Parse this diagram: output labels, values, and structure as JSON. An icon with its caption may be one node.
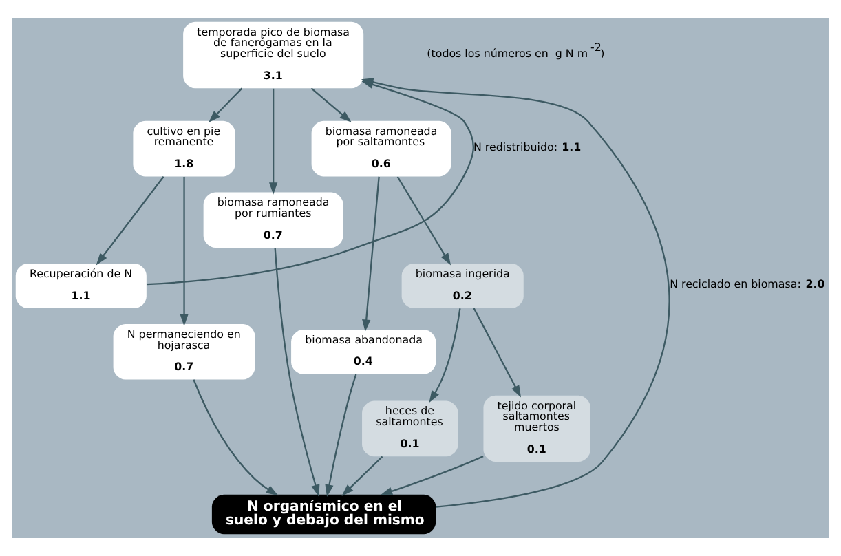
{
  "diagram": {
    "nodes": [
      {
        "text": [
          "temporada pico de biomasa de fanerógamas en la superficie del suelo",
          "3.1"
        ]
      },
      {
        "text": [
          "cultivo en pie remanente",
          "1.8"
        ]
      },
      {
        "text": [
          "biomasa ramoneada por rumiantes",
          "0.7"
        ]
      },
      {
        "text": [
          "biomasa ramoneada por saltamontes",
          "0.6"
        ]
      },
      {
        "text": [
          "Recuperación de N",
          "1.1"
        ]
      },
      {
        "text": [
          "N permaneciendo en hojarasca",
          "0.7"
        ]
      },
      {
        "text": [
          "biomasa abandonada",
          "0.4"
        ]
      },
      {
        "text": [
          "biomasa ingerida",
          "0.2"
        ]
      },
      {
        "text": [
          "heces de saltamontes",
          "0.1"
        ]
      },
      {
        "text": [
          "tejido corporal saltamontes muertos",
          "0.1"
        ]
      },
      {
        "text": [
          "N organísmico en el suelo y debajo del mismo"
        ]
      }
    ],
    "edges": [
      {
        "from": 0,
        "to": 1,
        "arrow": "to"
      },
      {
        "from": 0,
        "to": 2,
        "arrow": "to"
      },
      {
        "from": 0,
        "to": 3,
        "arrow": "to"
      },
      {
        "from": 1,
        "to": 4,
        "arrow": "to"
      },
      {
        "from": 1,
        "to": 5,
        "arrow": "to"
      },
      {
        "from": 3,
        "to": 6,
        "arrow": "to"
      },
      {
        "from": 3,
        "to": 7,
        "arrow": "to"
      },
      {
        "from": 7,
        "to": 8,
        "arrow": "to"
      },
      {
        "from": 7,
        "to": 9,
        "arrow": "to"
      },
      {
        "from": 5,
        "to": 10,
        "arrow": "to"
      },
      {
        "from": 2,
        "to": 10,
        "arrow": "to"
      },
      {
        "from": 6,
        "to": 10,
        "arrow": "to"
      },
      {
        "from": 8,
        "to": 10,
        "arrow": "to"
      },
      {
        "from": 9,
        "to": 10,
        "arrow": "to"
      },
      {
        "from": 4,
        "to": 0,
        "arrow": "to",
        "label": "N redistribuido: **1.1**"
      },
      {
        "from": 10,
        "to": 0,
        "arrow": "to",
        "label": "N reciclado en biomasa: **2.0**"
      }
    ],
    "labels": [
      "(todos los números en  g N m$^{-2}$)"
    ]
  }
}
